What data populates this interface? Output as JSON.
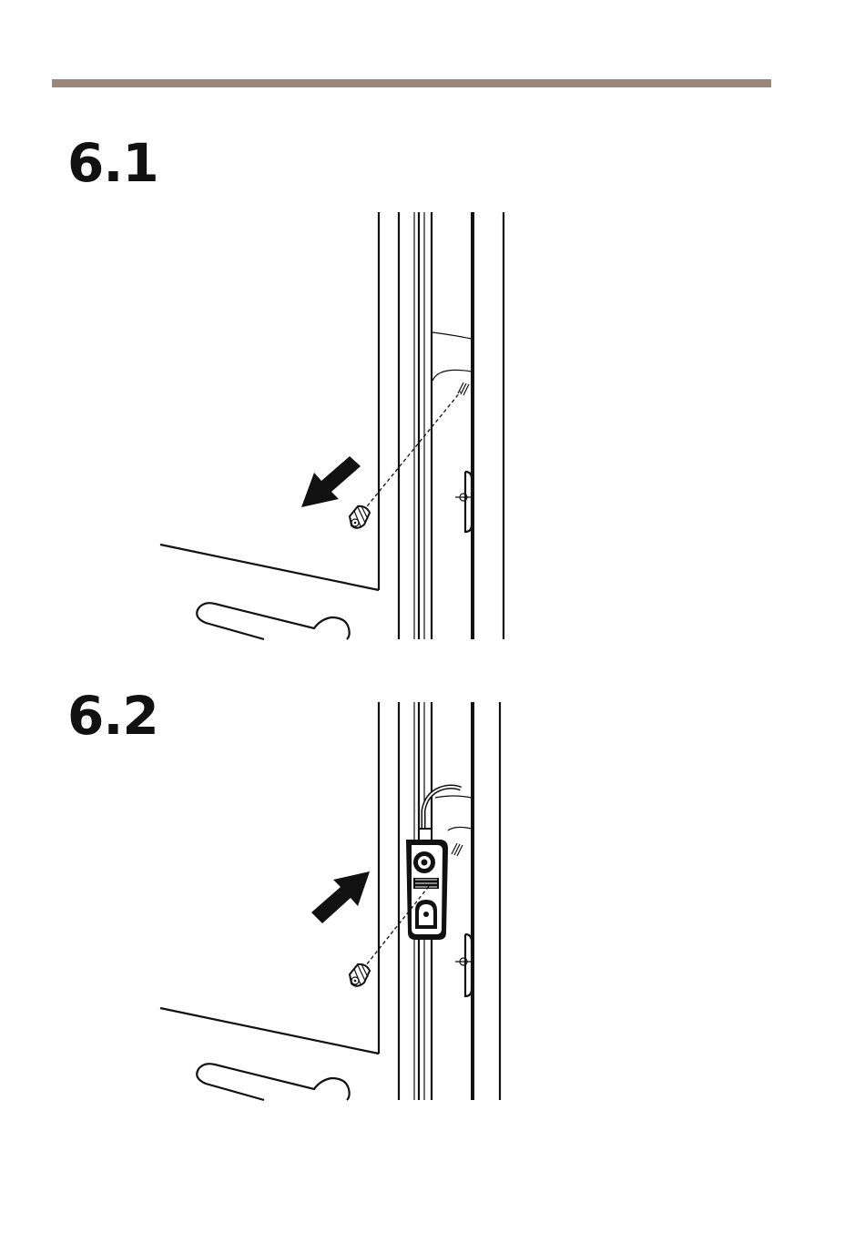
{
  "steps": [
    {
      "label": "6.1",
      "action": "remove"
    },
    {
      "label": "6.2",
      "action": "attach"
    }
  ],
  "colors": {
    "rule": "#9a8779",
    "ink": "#111111",
    "background": "#ffffff"
  },
  "icons": {
    "arrow_out": "arrow-out-icon",
    "arrow_in": "arrow-in-icon",
    "thumbscrew": "thumbscrew-icon"
  }
}
